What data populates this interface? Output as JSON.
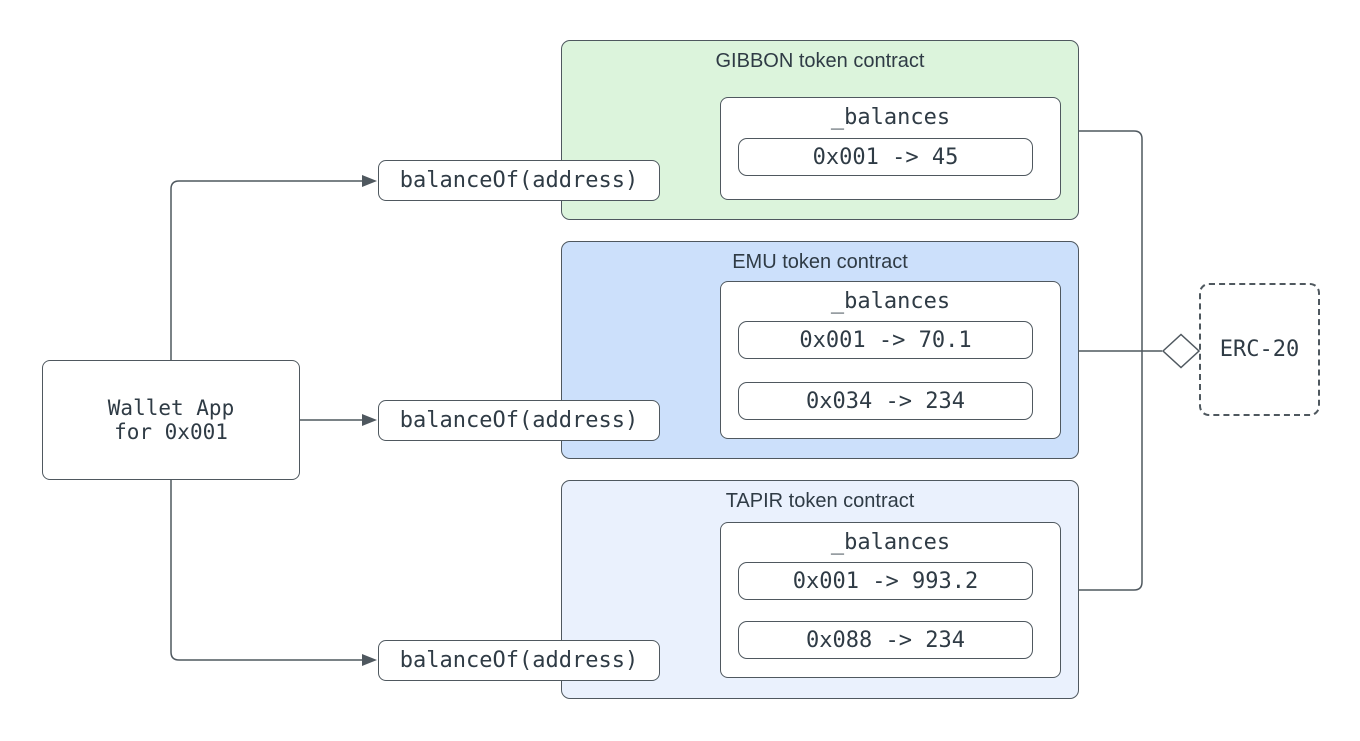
{
  "wallet": {
    "label": "Wallet App\nfor 0x001"
  },
  "contracts": [
    {
      "title": "GIBBON token contract",
      "fill": "#dcf4dc",
      "method": "balanceOf(address)",
      "mapping": {
        "label": "_balances",
        "entries": [
          "0x001 -> 45"
        ]
      }
    },
    {
      "title": "EMU token contract",
      "fill": "#cce0fb",
      "method": "balanceOf(address)",
      "mapping": {
        "label": "_balances",
        "entries": [
          "0x001 -> 70.1",
          "0x034 -> 234"
        ]
      }
    },
    {
      "title": "TAPIR token contract",
      "fill": "#eaf1fd",
      "method": "balanceOf(address)",
      "mapping": {
        "label": "_balances",
        "entries": [
          "0x001 -> 993.2",
          "0x088 -> 234"
        ]
      }
    }
  ],
  "interface": {
    "label": "ERC-20"
  },
  "colors": {
    "stroke": "#4f585f",
    "text": "#2f3b45",
    "gibbon_fill": "#dcf4dc",
    "emu_fill": "#cce0fb",
    "tapir_fill": "#eaf1fd",
    "box_fill": "#ffffff"
  }
}
